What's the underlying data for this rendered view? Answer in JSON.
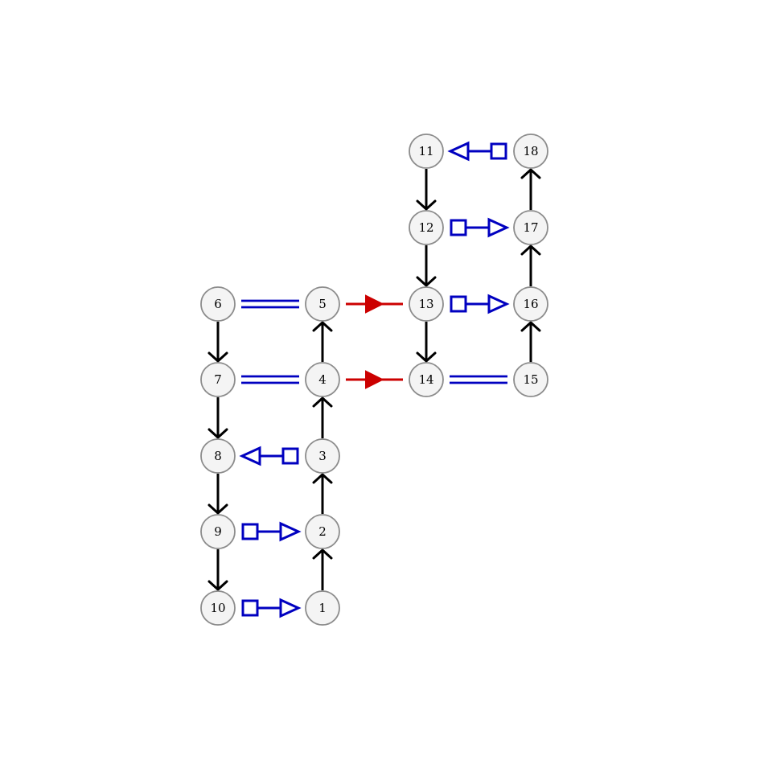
{
  "colors": {
    "flow_edge": "#000000",
    "blue_edge": "#0000c0",
    "red_edge": "#cc0000",
    "node_fill": "#f4f4f4",
    "node_stroke": "#8c8c8c"
  },
  "nodes": [
    {
      "id": "1",
      "label": "1"
    },
    {
      "id": "2",
      "label": "2"
    },
    {
      "id": "3",
      "label": "3"
    },
    {
      "id": "4",
      "label": "4"
    },
    {
      "id": "5",
      "label": "5"
    },
    {
      "id": "6",
      "label": "6"
    },
    {
      "id": "7",
      "label": "7"
    },
    {
      "id": "8",
      "label": "8"
    },
    {
      "id": "9",
      "label": "9"
    },
    {
      "id": "10",
      "label": "10"
    },
    {
      "id": "11",
      "label": "11"
    },
    {
      "id": "12",
      "label": "12"
    },
    {
      "id": "13",
      "label": "13"
    },
    {
      "id": "14",
      "label": "14"
    },
    {
      "id": "15",
      "label": "15"
    },
    {
      "id": "16",
      "label": "16"
    },
    {
      "id": "17",
      "label": "17"
    },
    {
      "id": "18",
      "label": "18"
    }
  ],
  "edges": [
    {
      "from": "1",
      "to": "2",
      "style": "arrow"
    },
    {
      "from": "2",
      "to": "3",
      "style": "arrow"
    },
    {
      "from": "3",
      "to": "4",
      "style": "arrow"
    },
    {
      "from": "4",
      "to": "5",
      "style": "arrow"
    },
    {
      "from": "6",
      "to": "7",
      "style": "arrow"
    },
    {
      "from": "7",
      "to": "8",
      "style": "arrow"
    },
    {
      "from": "8",
      "to": "9",
      "style": "arrow"
    },
    {
      "from": "9",
      "to": "10",
      "style": "arrow"
    },
    {
      "from": "11",
      "to": "12",
      "style": "arrow"
    },
    {
      "from": "12",
      "to": "13",
      "style": "arrow"
    },
    {
      "from": "13",
      "to": "14",
      "style": "arrow"
    },
    {
      "from": "15",
      "to": "16",
      "style": "arrow"
    },
    {
      "from": "16",
      "to": "17",
      "style": "arrow"
    },
    {
      "from": "17",
      "to": "18",
      "style": "arrow"
    },
    {
      "from": "6",
      "to": "5",
      "style": "double"
    },
    {
      "from": "7",
      "to": "4",
      "style": "double"
    },
    {
      "from": "14",
      "to": "15",
      "style": "double"
    },
    {
      "from": "3",
      "to": "8",
      "style": "box-triangle"
    },
    {
      "from": "9",
      "to": "2",
      "style": "box-triangle"
    },
    {
      "from": "10",
      "to": "1",
      "style": "box-triangle"
    },
    {
      "from": "18",
      "to": "11",
      "style": "box-triangle"
    },
    {
      "from": "12",
      "to": "17",
      "style": "box-triangle"
    },
    {
      "from": "13",
      "to": "16",
      "style": "box-triangle"
    },
    {
      "from": "5",
      "to": "13",
      "style": "filled-triangle"
    },
    {
      "from": "4",
      "to": "14",
      "style": "filled-triangle"
    }
  ]
}
